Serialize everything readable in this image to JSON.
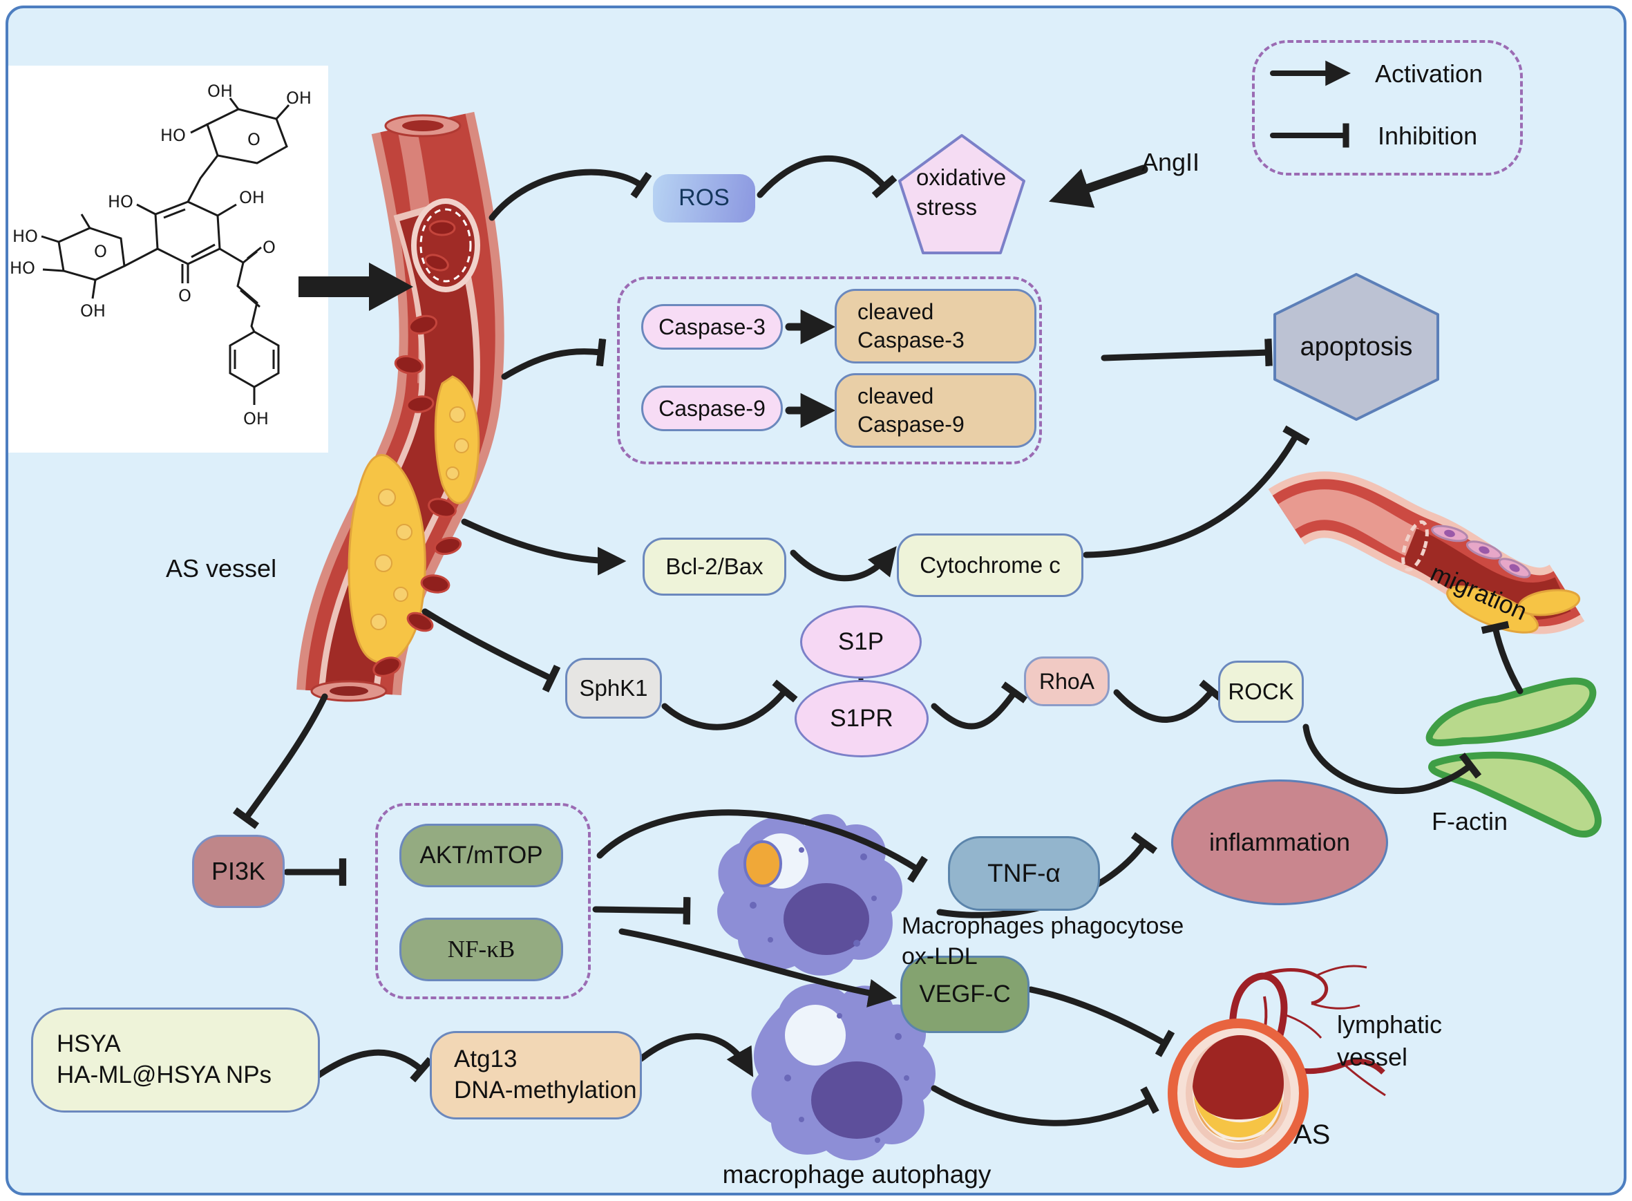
{
  "colors": {
    "background": "#ddeffa",
    "frame_border": "#4d7ec0",
    "dashed_group": "#9b6bb3",
    "edge": "#1f1f1f",
    "ros_gradient_start": "#b7d3f3",
    "ros_gradient_end": "#8b97e0",
    "pink_node": "#f7dcf5",
    "tan_node": "#e9cfa7",
    "pale_green_node": "#eef3d9",
    "green_node": "#94ab81",
    "blue_node": "#93b5cd",
    "rose_node": "#c9868e",
    "apoptosis_fill": "#bcc2d3",
    "plaque_yellow": "#f6c445",
    "vessel_red": "#c0443c"
  },
  "legend": {
    "activation": "Activation",
    "inhibition": "Inhibition"
  },
  "nodes": {
    "ros": "ROS",
    "oxidative_stress": "oxidative\nstress",
    "caspase3": "Caspase-3",
    "cleaved_caspase3": "cleaved\nCaspase-3",
    "caspase9": "Caspase-9",
    "cleaved_caspase9": "cleaved\nCaspase-9",
    "apoptosis": "apoptosis",
    "bcl2_bax": "Bcl-2/Bax",
    "cytochrome_c": "Cytochrome c",
    "sphk1": "SphK1",
    "s1p": "S1P",
    "s1pr": "S1PR",
    "rhoa": "RhoA",
    "rock": "ROCK",
    "pi3k": "PI3K",
    "akt_mtop": "AKT/mTOP",
    "nfkb": "NF-κB",
    "tnfa": "TNF-α",
    "inflammation": "inflammation",
    "vegfc": "VEGF-C",
    "hsya": "HSYA\nHA-ML@HSYA NPs",
    "atg13": "Atg13\nDNA-methylation"
  },
  "labels": {
    "angii": "AngII",
    "as_vessel": "AS  vessel",
    "migration": "migration",
    "f_actin": "F-actin",
    "macrophages_phagocytose": "Macrophages phagocytose\nox-LDL",
    "lymphatic_vessel": "lymphatic\nvessel",
    "macrophage_autophagy": "macrophage autophagy",
    "as": "AS"
  },
  "chem": {
    "labels": [
      "OH",
      "OH",
      "HO",
      "O",
      "HO",
      "OH",
      "HO",
      "HO",
      "OH",
      "O",
      "O",
      "O",
      "OH"
    ]
  }
}
